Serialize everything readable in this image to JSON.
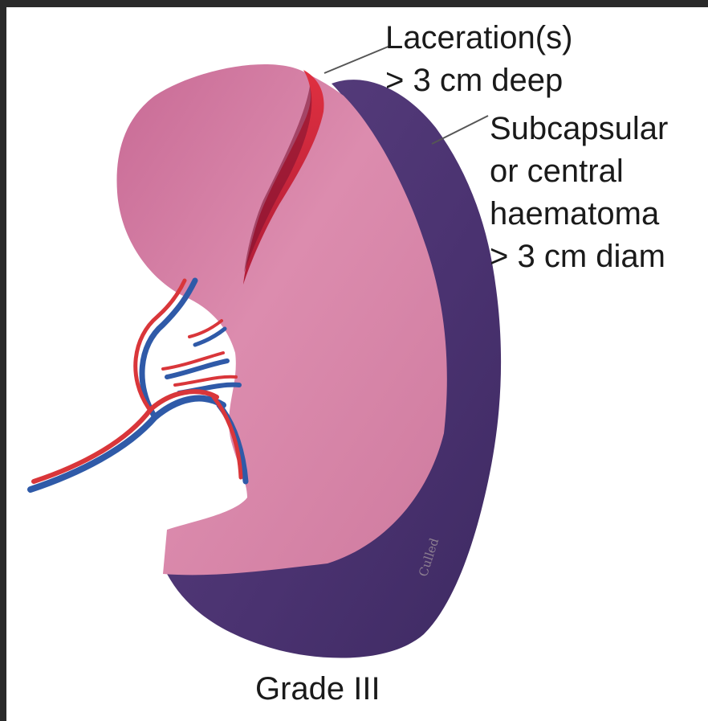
{
  "labels": {
    "laceration_line1": "Laceration(s)",
    "laceration_line2": "> 3 cm deep",
    "haematoma_line1": "Subcapsular",
    "haematoma_line2": "or central",
    "haematoma_line3": "haematoma",
    "haematoma_line4": "> 3 cm diam",
    "grade": "Grade III"
  },
  "signature": "Culled",
  "colors": {
    "background_border": "#2a2a2a",
    "parenchyma": "#d27a9e",
    "haematoma": "#4b3470",
    "laceration": "#d7263a",
    "artery": "#d9363a",
    "vein": "#2f5aa8"
  }
}
